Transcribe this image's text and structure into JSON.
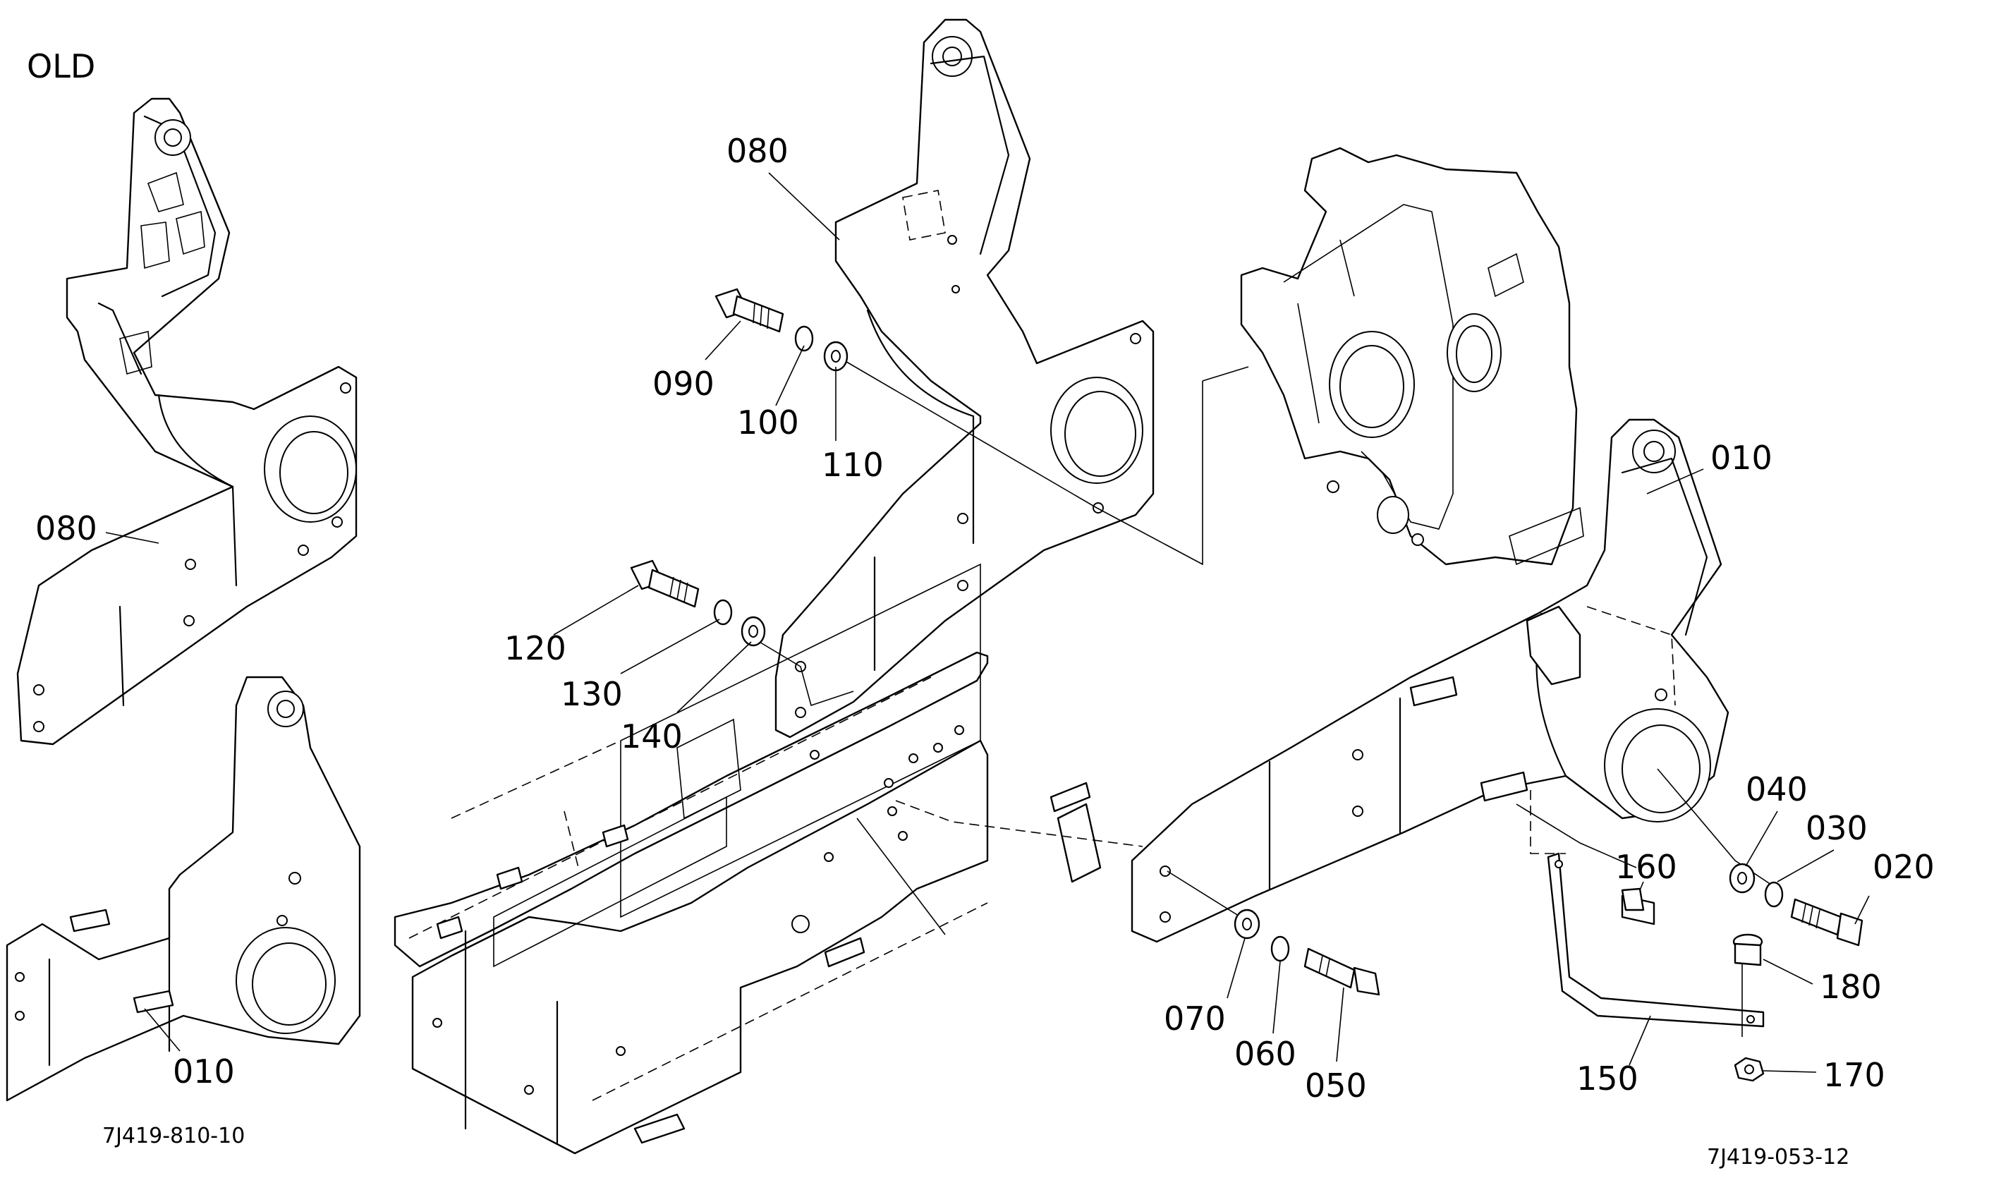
{
  "header": {
    "old_label": "OLD"
  },
  "footer": {
    "code_left": "7J419-810-10",
    "code_right": "7J419-053-12"
  },
  "callouts": {
    "old_top_arm": "080",
    "old_bottom_arm": "010",
    "main_arm_top": "080",
    "bolt_090": "090",
    "washer_100": "100",
    "washer_110": "110",
    "bolt_120": "120",
    "washer_130": "130",
    "washer_140": "140",
    "main_arm_right": "010",
    "washer_040": "040",
    "washer_030": "030",
    "bolt_020": "020",
    "bolt_160": "160",
    "plug_180": "180",
    "bracket_150": "150",
    "nut_170": "170",
    "washer_070": "070",
    "washer_060": "060",
    "bolt_050": "050"
  }
}
